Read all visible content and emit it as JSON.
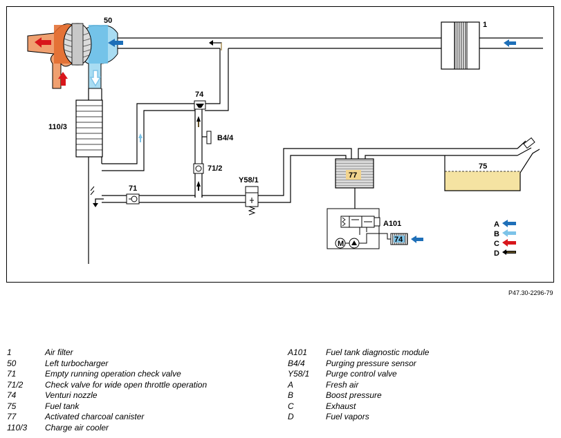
{
  "diagram": {
    "labels": {
      "air_filter": "1",
      "turbocharger": "50",
      "charge_air_cooler": "110/3",
      "venturi": "74",
      "pressure_sensor": "B4/4",
      "check_valve_wot": "71/2",
      "empty_running_valve": "71",
      "purge_valve": "Y58/1",
      "canister": "77",
      "fuel_tank": "75",
      "diag_module": "A101",
      "diag_module_inner": "74"
    },
    "arrow_key": [
      {
        "code": "A",
        "color": "#1e6fb8"
      },
      {
        "code": "B",
        "color": "#7cc3e8"
      },
      {
        "code": "C",
        "color": "#d8161b"
      },
      {
        "code": "D",
        "color": "#000000"
      }
    ],
    "reference": "P47.30-2296-79"
  },
  "legend": {
    "left": [
      {
        "code": "1",
        "desc": "Air filter"
      },
      {
        "code": "50",
        "desc": "Left turbocharger"
      },
      {
        "code": "71",
        "desc": "Empty running operation check valve"
      },
      {
        "code": "71/2",
        "desc": "Check valve for wide open throttle operation"
      },
      {
        "code": "74",
        "desc": "Venturi nozzle"
      },
      {
        "code": "75",
        "desc": "Fuel tank"
      },
      {
        "code": "77",
        "desc": "Activated charcoal canister"
      },
      {
        "code": "110/3",
        "desc": "Charge air cooler"
      }
    ],
    "right": [
      {
        "code": "A101",
        "desc": "Fuel tank diagnostic module"
      },
      {
        "code": "B4/4",
        "desc": "Purging pressure sensor"
      },
      {
        "code": "Y58/1",
        "desc": "Purge control valve"
      },
      {
        "code": "A",
        "desc": "Fresh air"
      },
      {
        "code": "B",
        "desc": "Boost pressure"
      },
      {
        "code": "C",
        "desc": "Exhaust"
      },
      {
        "code": "D",
        "desc": "Fuel vapors"
      }
    ]
  }
}
